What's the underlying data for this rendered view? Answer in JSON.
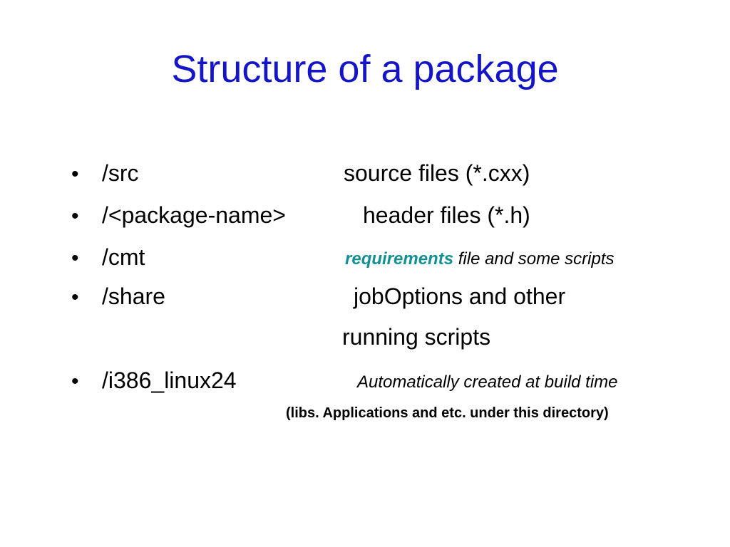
{
  "slide": {
    "title": "Structure of a package",
    "bullet_symbol": "•",
    "items": [
      {
        "path": "/src",
        "description": "source files (*.cxx)"
      },
      {
        "path": "/<package-name>",
        "description": "header files (*.h)"
      },
      {
        "path": "/cmt",
        "description_highlight": "requirements",
        "description_rest": " file and some scripts"
      },
      {
        "path": "/share",
        "description_line1": "jobOptions and other",
        "description_line2": "running scripts"
      },
      {
        "path": "/i386_linux24",
        "description": "Automatically created at build time",
        "note": "(libs. Applications and etc. under this directory)"
      }
    ],
    "colors": {
      "title": "#1515c8",
      "highlight": "#13908f",
      "text": "#000000"
    }
  }
}
